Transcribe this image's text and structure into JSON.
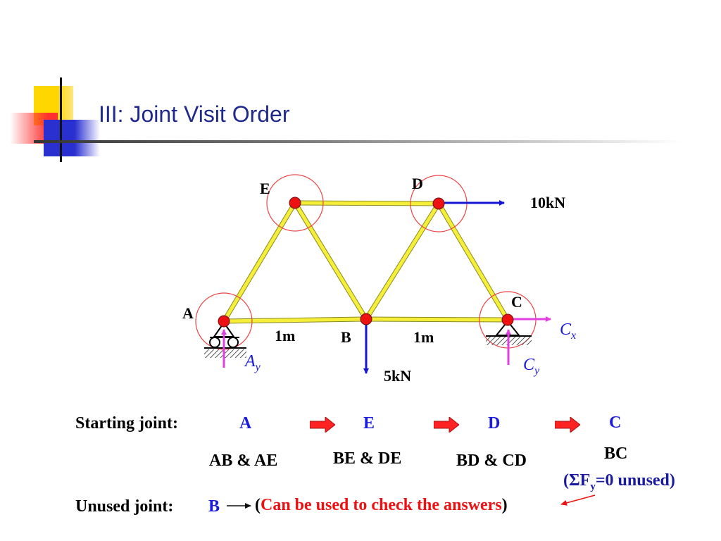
{
  "slide": {
    "title": "III: Joint Visit Order"
  },
  "diagram": {
    "joints": {
      "A": "A",
      "B": "B",
      "C": "C",
      "D": "D",
      "E": "E"
    },
    "dimensions": {
      "left_span": "1m",
      "right_span": "1m"
    },
    "loads": {
      "horizontal": "10kN",
      "vertical": "5kN"
    },
    "reactions": {
      "ay_main": "A",
      "ay_sub": "y",
      "cx_main": "C",
      "cx_sub": "x",
      "cy_main": "C",
      "cy_sub": "y"
    },
    "colors": {
      "member": "#f5ef3a",
      "joint": "#ee1111",
      "load": "#1515d5",
      "reaction": "#e040e0"
    }
  },
  "order": {
    "start_label": "Starting joint:",
    "sequence": [
      "A",
      "E",
      "D",
      "C"
    ],
    "members": [
      "AB & AE",
      "BE & DE",
      "BD & CD",
      "BC"
    ],
    "note_pre": "(ΣF",
    "note_sub": "y",
    "note_post": "=0 unused)",
    "unused_label": "Unused joint:",
    "unused_joint": "B",
    "unused_note_open": "(",
    "unused_note_text": "Can be used to check the answers",
    "unused_note_close": ")"
  }
}
